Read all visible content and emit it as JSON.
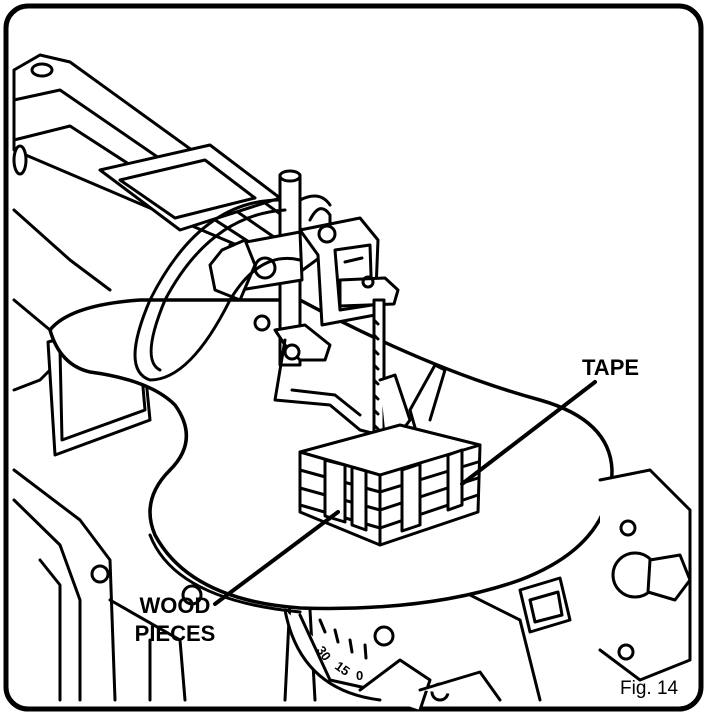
{
  "figure": {
    "caption": "Fig. 14"
  },
  "callouts": {
    "tape": "TAPE",
    "wood_line1": "WOOD",
    "wood_line2": "PIECES"
  },
  "bevel_scale": {
    "tick_30": "30",
    "tick_15": "15",
    "tick_0": "0"
  }
}
